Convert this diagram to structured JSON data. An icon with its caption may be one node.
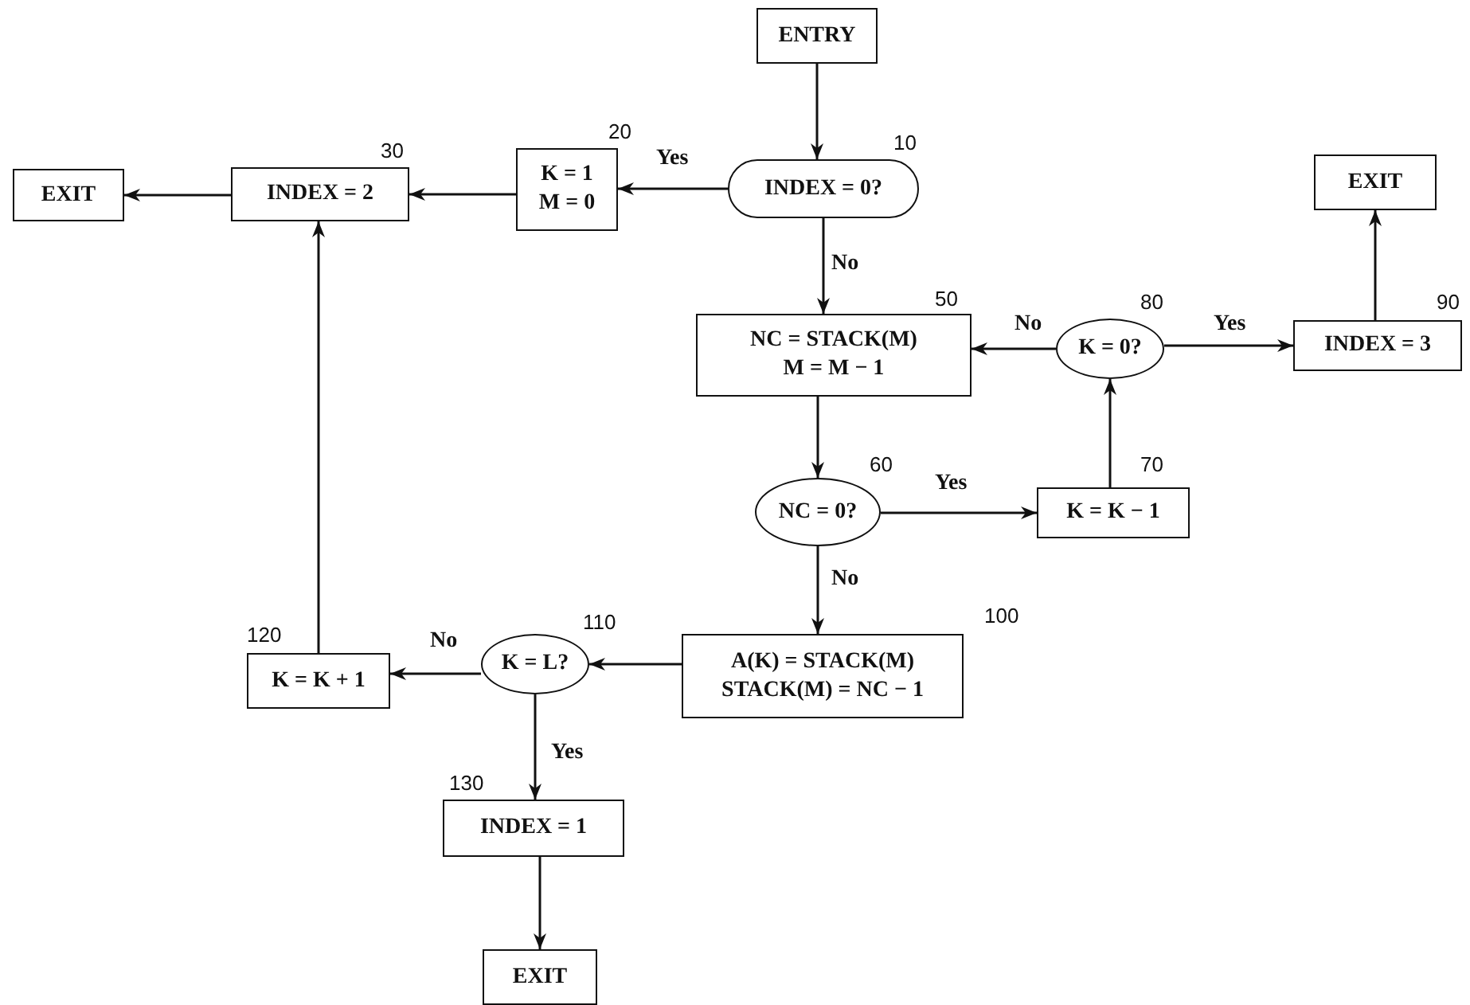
{
  "diagram": {
    "nodes": [
      {
        "text": [
          "ENTRY"
        ]
      },
      {
        "text": [
          "INDEX = 0?"
        ],
        "beside": [
          "10"
        ]
      },
      {
        "text": [
          "K = 1",
          "M = 0"
        ],
        "beside": [
          "20"
        ]
      },
      {
        "text": [
          "INDEX = 2"
        ],
        "beside": [
          "30"
        ]
      },
      {
        "text": [
          "EXIT"
        ]
      },
      {
        "text": [
          "EXIT"
        ]
      },
      {
        "text": [
          "NC = STACK(M)",
          "M = M − 1"
        ],
        "beside": [
          "50"
        ]
      },
      {
        "text": [
          "K = 0?"
        ],
        "beside": [
          "80"
        ]
      },
      {
        "text": [
          "INDEX = 3"
        ],
        "beside": [
          "90"
        ]
      },
      {
        "text": [
          "NC = 0?"
        ],
        "beside": [
          "60"
        ]
      },
      {
        "text": [
          "K = K − 1"
        ],
        "beside": [
          "70"
        ]
      },
      {
        "text": [
          "A(K) = STACK(M)",
          "STACK(M) = NC − 1"
        ],
        "beside": [
          "100"
        ]
      },
      {
        "text": [
          "K = L?"
        ],
        "beside": [
          "110"
        ]
      },
      {
        "text": [
          "K = K + 1"
        ],
        "beside": [
          "120"
        ]
      },
      {
        "text": [
          "INDEX = 1"
        ],
        "beside": [
          "130"
        ]
      },
      {
        "text": [
          "EXIT"
        ]
      }
    ],
    "edges": [
      {
        "from": 0,
        "to": 1,
        "arrow": "to"
      },
      {
        "from": 1,
        "to": 2,
        "arrow": "to",
        "label": "Yes"
      },
      {
        "from": 2,
        "to": 3,
        "arrow": "to"
      },
      {
        "from": 3,
        "to": 4,
        "arrow": "to"
      },
      {
        "from": 1,
        "to": 6,
        "arrow": "to",
        "label": "No"
      },
      {
        "from": 6,
        "to": 9,
        "arrow": "to"
      },
      {
        "from": 9,
        "to": 10,
        "arrow": "to",
        "label": "Yes"
      },
      {
        "from": 10,
        "to": 7,
        "arrow": "to"
      },
      {
        "from": 7,
        "to": 6,
        "arrow": "to",
        "label": "No"
      },
      {
        "from": 7,
        "to": 8,
        "arrow": "to",
        "label": "Yes"
      },
      {
        "from": 8,
        "to": 5,
        "arrow": "to"
      },
      {
        "from": 9,
        "to": 11,
        "arrow": "to",
        "label": "No"
      },
      {
        "from": 11,
        "to": 12,
        "arrow": "to"
      },
      {
        "from": 12,
        "to": 13,
        "arrow": "to",
        "label": "No"
      },
      {
        "from": 13,
        "to": 3,
        "arrow": "to"
      },
      {
        "from": 12,
        "to": 14,
        "arrow": "to",
        "label": "Yes"
      },
      {
        "from": 14,
        "to": 15,
        "arrow": "to"
      }
    ]
  }
}
